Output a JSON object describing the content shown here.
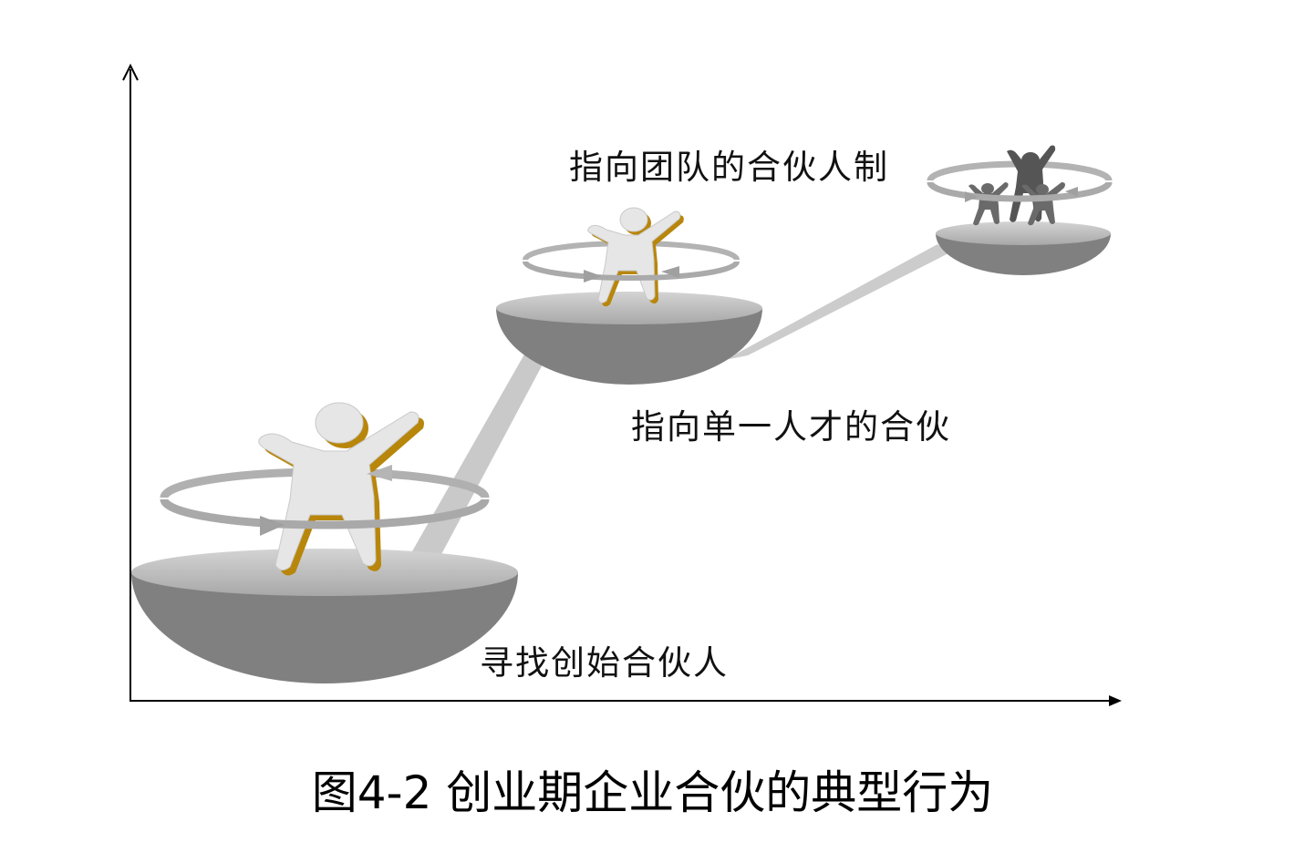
{
  "stages": [
    {
      "label": "寻找创始合伙人",
      "figure": "single-person-icon"
    },
    {
      "label": "指向单一人才的合伙",
      "figure": "single-person-icon"
    },
    {
      "label": "指向团队的合伙人制",
      "figure": "team-icon"
    }
  ],
  "caption": "图4-2  创业期企业合伙的典型行为",
  "colors": {
    "bowl_dark": "#808080",
    "bowl_top": "#bdbdbd",
    "beam": "#c8c8c8",
    "person_face": "#e8e8e8",
    "person_edge": "#b8860b",
    "team_person": "#555555",
    "arrow": "#aaaaaa",
    "axis": "#000000"
  }
}
